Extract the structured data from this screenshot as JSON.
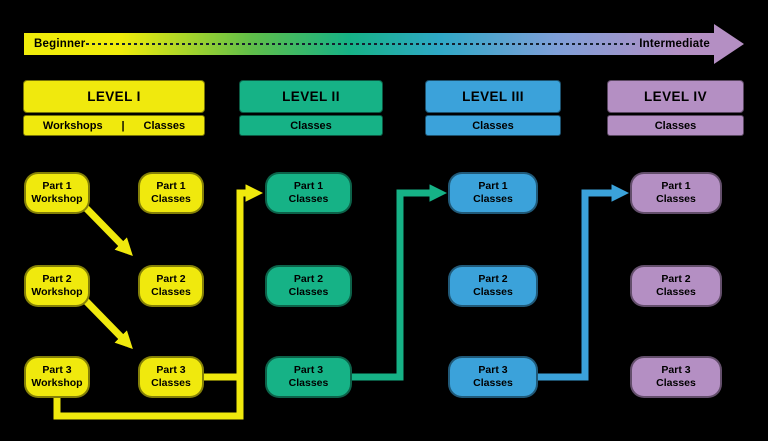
{
  "timeline": {
    "left_label": "Beginner",
    "right_label": "Intermediate",
    "gradient": [
      "#f0ec0b",
      "#5fbe4a",
      "#16b286",
      "#2fa8c6",
      "#7f9fd8",
      "#b48fc3"
    ]
  },
  "levels": [
    {
      "title": "LEVEL I",
      "color": "#f0e90d",
      "subtitle": {
        "left": "Workshops",
        "divider": "|",
        "right": "Classes"
      }
    },
    {
      "title": "LEVEL II",
      "color": "#16b286",
      "subtitle": "Classes"
    },
    {
      "title": "LEVEL III",
      "color": "#3ba2da",
      "subtitle": "Classes"
    },
    {
      "title": "LEVEL IV",
      "color": "#b48fc3",
      "subtitle": "Classes"
    }
  ],
  "boxes": {
    "level1_workshops": [
      {
        "line1": "Part 1",
        "line2": "Workshop"
      },
      {
        "line1": "Part 2",
        "line2": "Workshop"
      },
      {
        "line1": "Part 3",
        "line2": "Workshop"
      }
    ],
    "level1_classes": [
      {
        "line1": "Part 1",
        "line2": "Classes"
      },
      {
        "line1": "Part 2",
        "line2": "Classes"
      },
      {
        "line1": "Part 3",
        "line2": "Classes"
      }
    ],
    "level2_classes": [
      {
        "line1": "Part 1",
        "line2": "Classes"
      },
      {
        "line1": "Part 2",
        "line2": "Classes"
      },
      {
        "line1": "Part 3",
        "line2": "Classes"
      }
    ],
    "level3_classes": [
      {
        "line1": "Part 1",
        "line2": "Classes"
      },
      {
        "line1": "Part 2",
        "line2": "Classes"
      },
      {
        "line1": "Part 3",
        "line2": "Classes"
      }
    ],
    "level4_classes": [
      {
        "line1": "Part 1",
        "line2": "Classes"
      },
      {
        "line1": "Part 2",
        "line2": "Classes"
      },
      {
        "line1": "Part 3",
        "line2": "Classes"
      }
    ]
  },
  "connections": [
    {
      "from": "Level I Part 1 Workshop",
      "to": "Level I Part 2 Classes"
    },
    {
      "from": "Level I Part 2 Workshop",
      "to": "Level I Part 3 Classes"
    },
    {
      "from": "Level I Part 3 Workshop and Part 3 Classes",
      "to": "Level II Part 1 Classes"
    },
    {
      "from": "Level II Part 3 Classes",
      "to": "Level III Part 1 Classes"
    },
    {
      "from": "Level III Part 3 Classes",
      "to": "Level IV Part 1 Classes"
    }
  ]
}
